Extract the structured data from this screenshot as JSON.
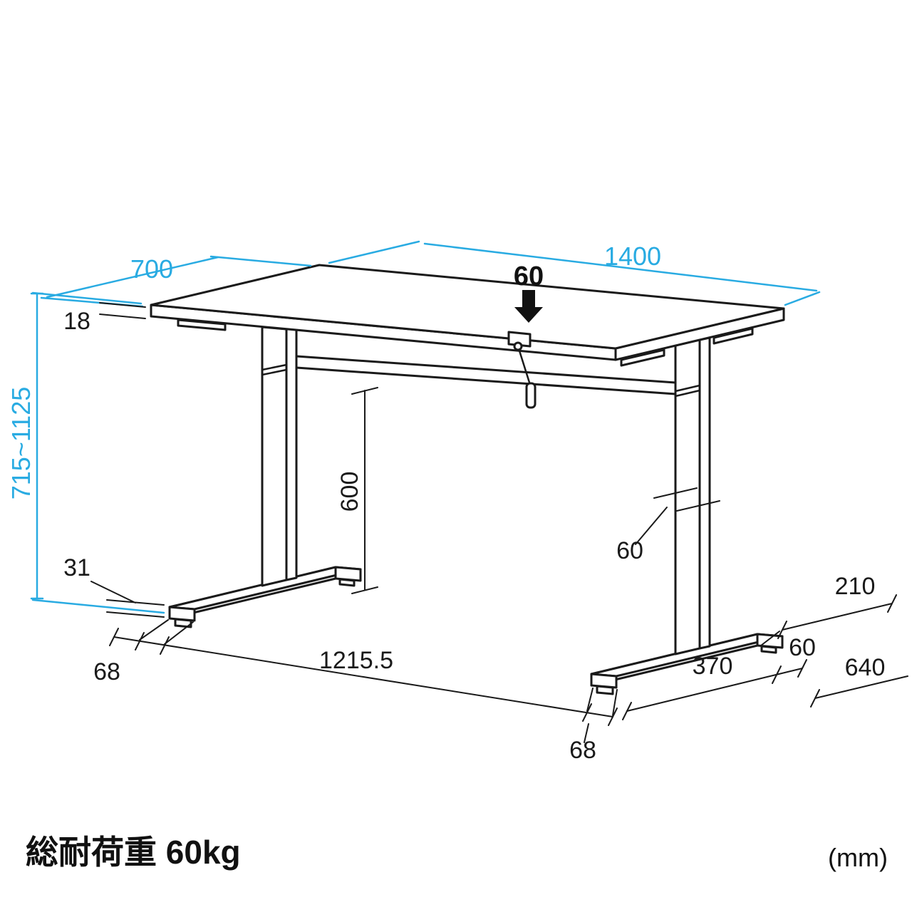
{
  "diagram": "height-adjustable-desk-dimensions",
  "colors": {
    "accent": "#29abe2",
    "ink": "#1a1a1a"
  },
  "labels": {
    "width": "1400",
    "depth": "700",
    "height_range": "715~1125",
    "top_thickness": "18",
    "top_load": "60",
    "clearance": "600",
    "foot_height": "31",
    "foot_width_left": "68",
    "foot_span": "1215.5",
    "foot_width_right": "68",
    "foot_front_section": "370",
    "column_width": "60",
    "foot_mid_section": "60",
    "foot_rear_section": "210",
    "foot_length": "640"
  },
  "footer": {
    "load_capacity": "総耐荷重 60kg",
    "units": "(mm)"
  }
}
